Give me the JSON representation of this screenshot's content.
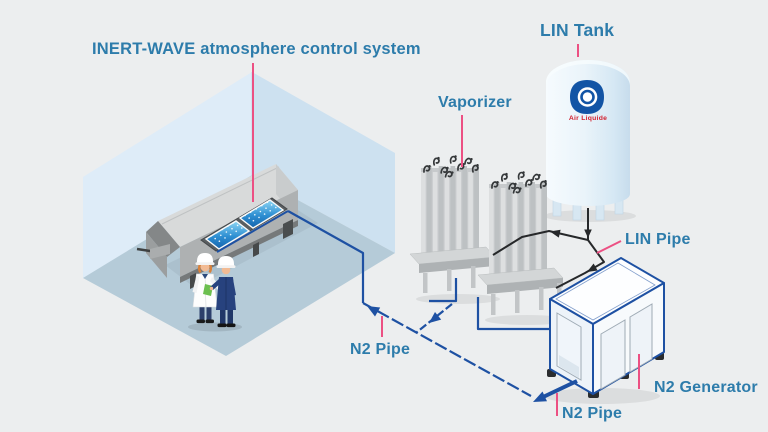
{
  "labels": {
    "title": "INERT-WAVE atmosphere control system",
    "lin_tank": "LIN Tank",
    "vaporizer": "Vaporizer",
    "lin_pipe": "LIN Pipe",
    "n2_pipe_left": "N2 Pipe",
    "n2_generator": "N2 Generator",
    "n2_pipe_bottom": "N2 Pipe",
    "brand": "Air Liquide"
  },
  "colors": {
    "background": "#eceeef",
    "label_text": "#2d7cab",
    "pointer_pink": "#ec5083",
    "n2_pipe_blue": "#1e51a3",
    "lin_pipe_black": "#26282a",
    "brand_blue": "#1254a5",
    "brand_red": "#d2202e",
    "room_left_wall": "#deecf8",
    "room_right_wall": "#cde1f0",
    "room_floor": "#b5cbd8"
  },
  "diagram": {
    "components": [
      "INERT-WAVE atmosphere control system",
      "LIN Tank",
      "Vaporizer",
      "N2 Generator"
    ],
    "pipes": [
      {
        "name": "LIN Pipe",
        "from": "LIN Tank",
        "to": "Vaporizer"
      },
      {
        "name": "N2 Pipe",
        "from": "Vaporizer",
        "to": "INERT-WAVE atmosphere control system"
      },
      {
        "name": "N2 Pipe",
        "from": "N2 Generator",
        "to": "INERT-WAVE atmosphere control system"
      }
    ]
  }
}
